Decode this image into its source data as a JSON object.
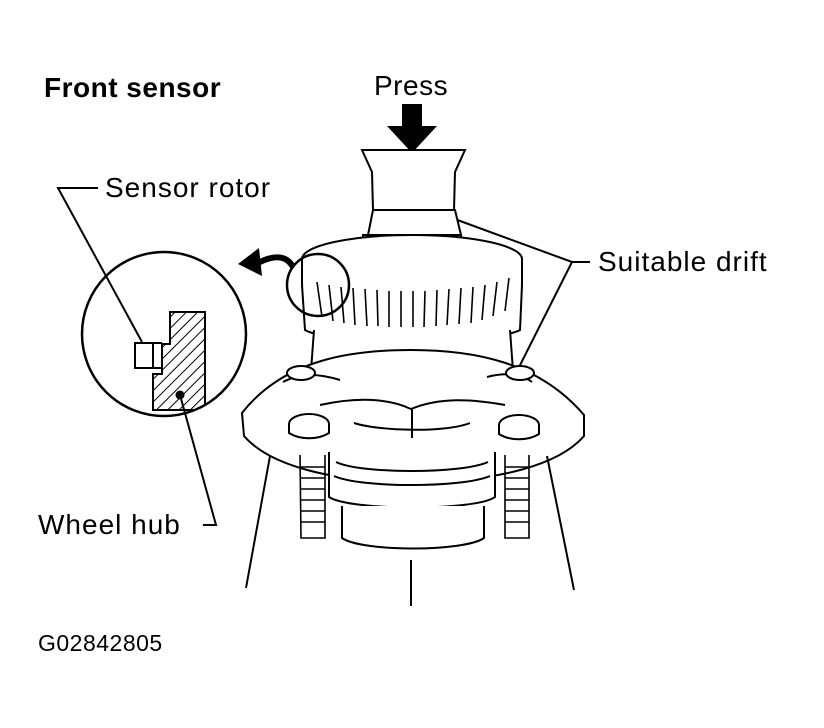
{
  "title": "Front sensor",
  "labels": {
    "press": "Press",
    "sensor_rotor": "Sensor rotor",
    "suitable_drift": "Suitable drift",
    "wheel_hub": "Wheel hub"
  },
  "figure_code": "G02842805",
  "icons": {
    "press_direction": "down-arrow-icon",
    "detail_pointer": "curved-arrow-icon"
  },
  "colors": {
    "line": "#000000",
    "background": "#ffffff"
  }
}
